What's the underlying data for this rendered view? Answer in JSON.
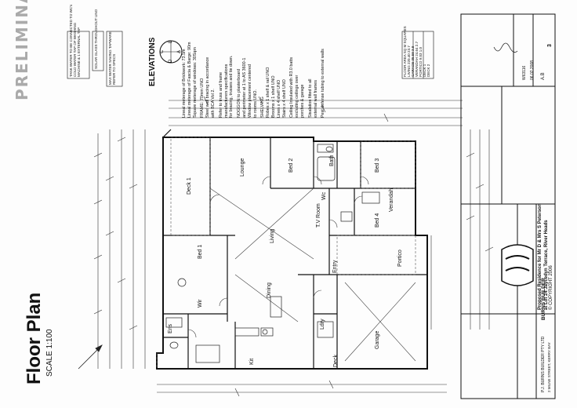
{
  "watermark": "PRELIMINARY",
  "drawing": {
    "title": "Floor Plan",
    "scale": "SCALE 1:100"
  },
  "elevations": {
    "title": "ELEVATIONS",
    "markers": [
      "A",
      "B",
      "C",
      "D"
    ]
  },
  "rooms": {
    "deck1": "Deck 1",
    "lounge": "Lounge",
    "bed2": "Bed 2",
    "bath": "Bath",
    "bed3": "Bed 3",
    "bed1": "Bed 1",
    "living": "Living",
    "tv_room": "T.V Room",
    "bed4": "Bed 4",
    "verandah": "Verandah",
    "entry": "Entry",
    "portico": "Portico",
    "dining": "Dining",
    "wir": "Wir",
    "ens": "Ens",
    "kit": "Kit",
    "ldry": "Ldry",
    "garage": "Garage",
    "deck": "Deck",
    "wc": "Wc"
  },
  "notes": [
    "Lineal meterage of Brickwork: 73.5m",
    "Lineal meterage of Fascia & Barge: 90m",
    "Square meterage of windows: 30Sqm",
    "FRAME: 70mm UNO",
    "Steel wall bracing in accordance",
    "with BCA Vol 2.",
    "Refer to truss and frame",
    "manufacturers specifications",
    "for bracing, trusses and tie down.",
    "NOGGON to plasterboard",
    "and perimeter at 1 to AS 3600-1",
    "Window placement centered",
    "to rooms UNO.",
    "SHELVING",
    "Robes x 1 shelf & rail UNO",
    "Brooms x 1 shelf UNO",
    "Linen x 4 shelf UNO",
    "Stairs x 4 shelf UNO",
    "Ceiling Insulated with R3.0 batts",
    "excluding ceilings over",
    "porches & garage",
    "Sisalation fitted to all",
    "external wall frames",
    "Pest defense tubing to external walls"
  ],
  "energy_notes": [
    "TANK WATER TO BE CONNECTED TO WC's",
    "COLD WATER TAP OF WASHING",
    "MACHINE & 1 EXTERNAL TAP",
    "SOLAR GLASS THROUGHOUT UNO",
    "MAX WATER SAVING TAPWARE",
    "REFER TO SPECS"
  ],
  "area_table": {
    "headers": [
      "FLOOR AREA",
      "SQ M",
      "SQUARES"
    ],
    "rows": [
      [
        "LIVING",
        "220.40",
        "23.7"
      ],
      [
        "GARAGE",
        "35.58",
        "3.8"
      ],
      [
        "VERANDAH",
        "24.64",
        "2.7"
      ],
      [
        "PORTICO",
        "9.03",
        "1.0"
      ],
      [
        "DECK 1",
        "",
        ""
      ],
      [
        "DECK 2",
        "",
        ""
      ]
    ]
  },
  "title_block": {
    "project": "Proposed Residence for Mr D & Mrs S Peterson",
    "address": "at Lot 24 Jaycedyn Terrace, River Heads",
    "copyright": "© COPYRIGHT 2006",
    "job_no": "W63116",
    "date": "06.02.2008",
    "scale": "A.B",
    "sheet": "3",
    "company": "P.J. BURNS BUILDER PTY LTD",
    "company_details": "2 MILNE STREET, KERRY BAY",
    "logo_text": "BURNS BUILDER"
  }
}
